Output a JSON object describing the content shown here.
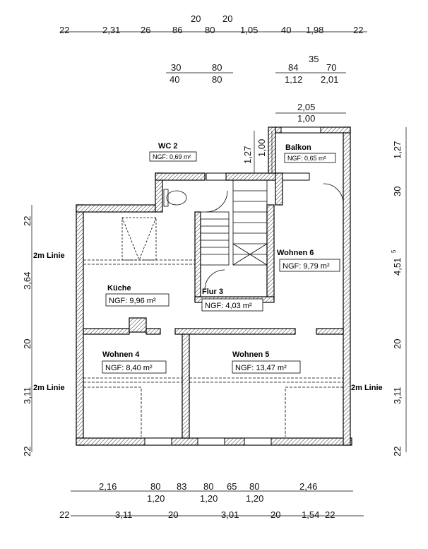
{
  "rooms": {
    "wc2": {
      "name": "WC 2",
      "ngf": "NGF: 0,69 m²"
    },
    "balkon": {
      "name": "Balkon",
      "ngf": "NGF: 0,65 m²"
    },
    "wohnen6": {
      "name": "Wohnen 6",
      "ngf": "NGF: 9,79 m²"
    },
    "kueche": {
      "name": "Küche",
      "ngf": "NGF: 9,96 m²"
    },
    "flur3": {
      "name": "Flur 3",
      "ngf": "NGF: 4,03 m²"
    },
    "wohnen4": {
      "name": "Wohnen 4",
      "ngf": "NGF: 8,40 m²"
    },
    "wohnen5": {
      "name": "Wohnen 5",
      "ngf": "NGF: 13,47 m²"
    }
  },
  "notes": {
    "linie_left_top": "2m Linie",
    "linie_left_bottom": "2m Linie",
    "linie_right": "2m Linie"
  },
  "dims": {
    "top1": [
      "22",
      "2,31",
      "26",
      "86",
      "20",
      "80",
      "20",
      "1,05",
      "40",
      "1,98",
      "22"
    ],
    "top2a": [
      "30",
      "40",
      "80",
      "80"
    ],
    "top2b": [
      "35",
      "84",
      "70",
      "1,12",
      "2,01"
    ],
    "top3": [
      "2,05",
      "1,00"
    ],
    "balk_v": [
      "1,27",
      "1,00"
    ],
    "right": [
      "1,27",
      "30",
      "4,51",
      "5",
      "20",
      "3,11",
      "22"
    ],
    "left": [
      "22",
      "3,64",
      "20",
      "3,11",
      "22"
    ],
    "bottom1": [
      "2,16",
      "80",
      "1,20",
      "83",
      "80",
      "1,20",
      "65",
      "80",
      "1,20",
      "2,46"
    ],
    "bottom2": [
      "22",
      "3,11",
      "20",
      "3,01",
      "20",
      "1,54",
      "22"
    ]
  }
}
